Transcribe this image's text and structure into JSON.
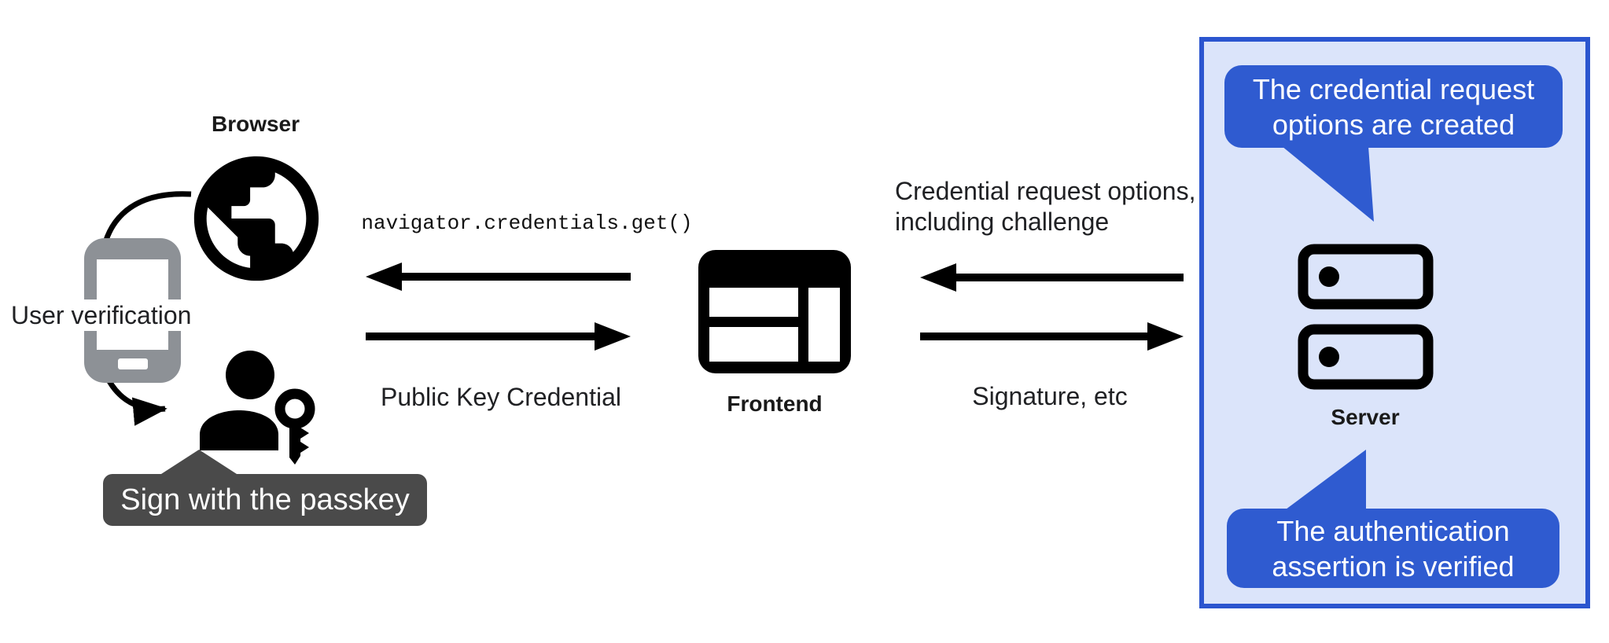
{
  "nodes": {
    "browser": {
      "label": "Browser"
    },
    "frontend": {
      "label": "Frontend"
    },
    "server": {
      "label": "Server"
    }
  },
  "left_flow": {
    "user_verification_label": "User verification",
    "passkey_tooltip": "Sign with the passkey"
  },
  "frontend_exchange": {
    "api_call": "navigator.credentials.get()",
    "response": "Public Key Credential"
  },
  "server_exchange": {
    "request_line1": "Credential request options,",
    "request_line2": "including challenge",
    "response": "Signature, etc"
  },
  "server_notes": {
    "creation_line1": "The credential request",
    "creation_line2": "options are created",
    "verification_line1": "The authentication",
    "verification_line2": "assertion is verified"
  },
  "icons": {
    "browser": "globe-icon",
    "verification_device": "smartphone-icon",
    "user": "person-icon",
    "passkey": "key-icon",
    "frontend": "web-layout-icon",
    "server": "dns-server-icon"
  },
  "colors": {
    "bubble_blue": "#2f5bd0",
    "panel_border_blue": "#2b55cf",
    "panel_fill_blue": "#dbe4fa",
    "tooltip_gray": "#4a4a4a",
    "phone_gray": "#8d9196",
    "ink": "#000000",
    "background": "#ffffff"
  }
}
